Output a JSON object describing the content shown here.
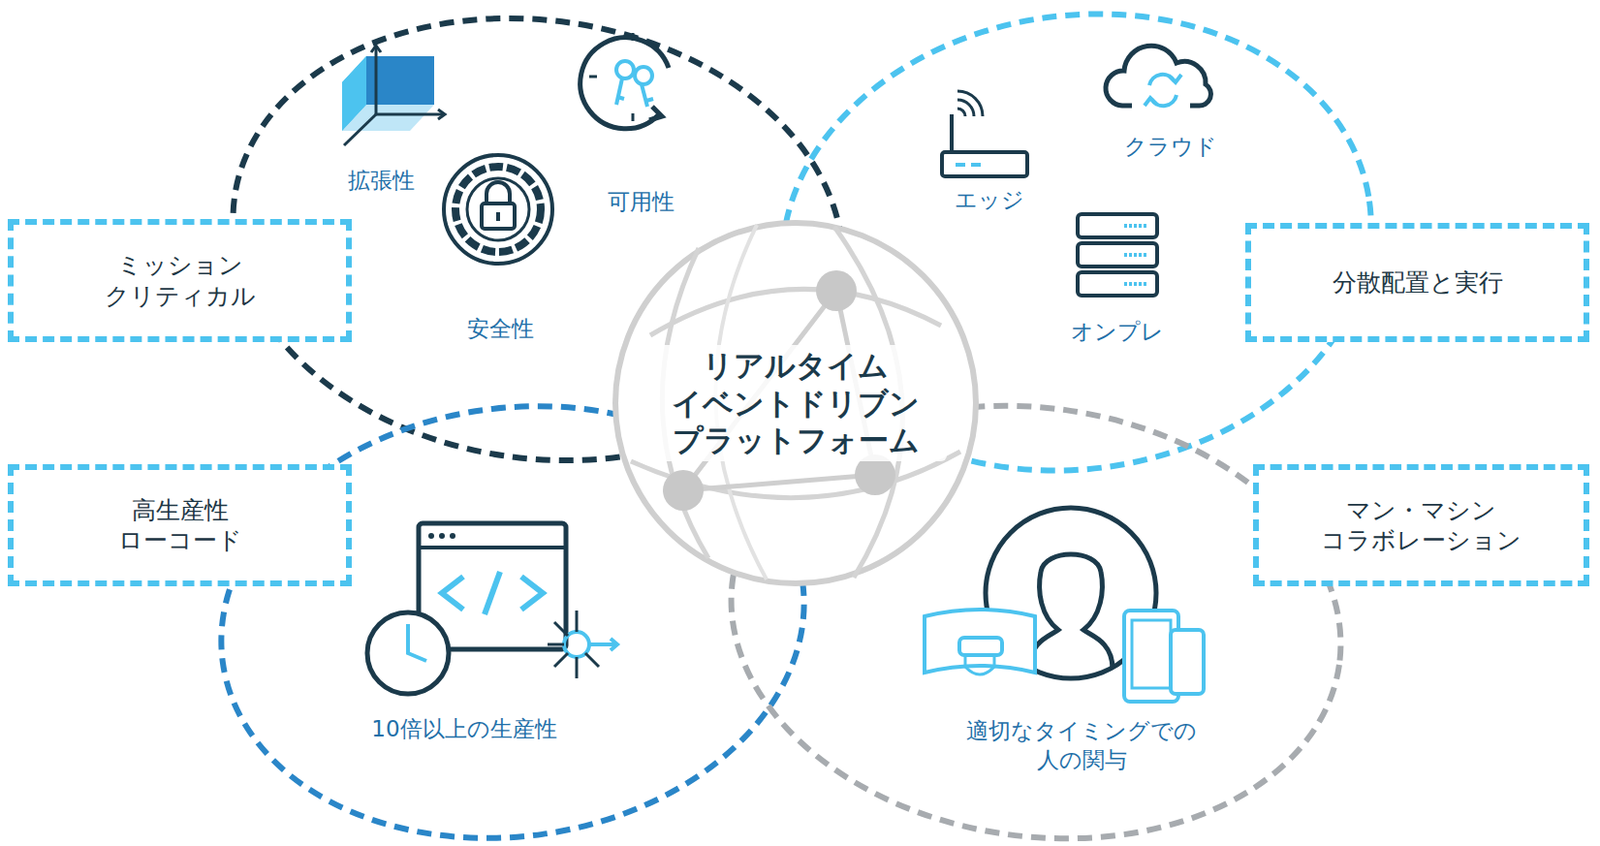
{
  "diagram": {
    "nodes": [
      {
        "text": [
          "ミッション クリティカル"
        ]
      },
      {
        "text": [
          "分散配置と実行"
        ]
      },
      {
        "text": [
          "リアルタイム イベントドリブン プラットフォーム"
        ]
      },
      {
        "text": [
          "高生産性 ローコード"
        ]
      },
      {
        "text": [
          "マン・マシン コラボレーション"
        ]
      }
    ],
    "labels": [
      "拡張性",
      "可用性",
      "安全性",
      "エッジ",
      "クラウド",
      "オンプレ",
      "10倍以上の生産性",
      "適切なタイミングでの 人の関与"
    ]
  }
}
